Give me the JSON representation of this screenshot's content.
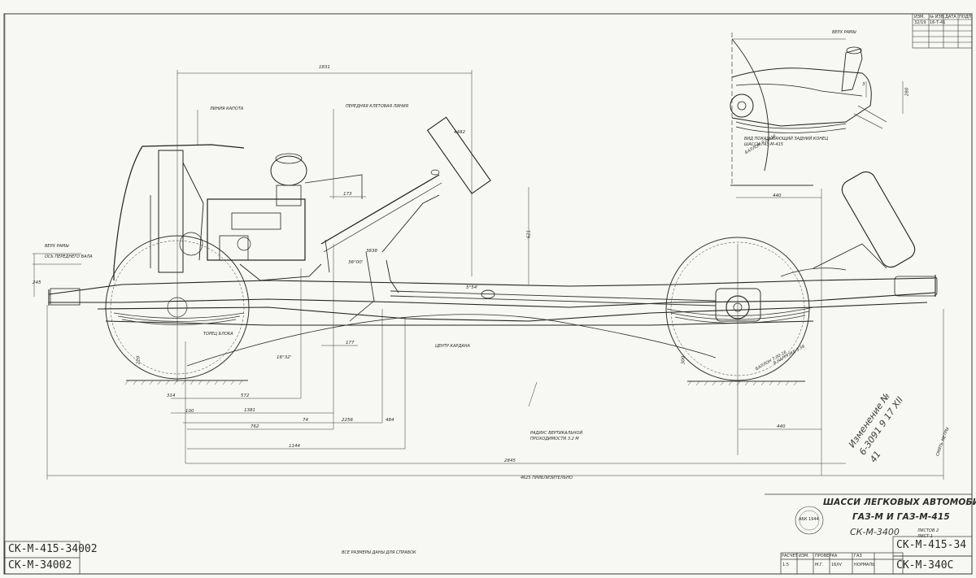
{
  "frame_top_label": "ВЕРХ РАМЫ",
  "frame_top_left": "ВЕРХ РАМЫ",
  "front_axle_axis": "ОСЬ ПЕРЕДНЕГО ВАЛА",
  "hood_line": "ЛИНИЯ КАПОТА",
  "front_wall": "ПЕРЕДНЯЯ КЛЕТОВАЯ ЛИНИЯ",
  "block_end": "ТОРЕЦ БЛОКА",
  "cardan_center": "ЦЕНТР КАРДАНА",
  "turning_radius": "РАДИУС ВЕРТИКАЛЬНОЙ ПРОХОДИМОСТИ 3.2 М",
  "rear_end_caption": "ВИД ПОКАЗЫВАЮЩИЙ ЗАДНИЙ КОНЕЦ ШАССИ ГАЗ-М-415",
  "tire_top": "БАЛЛОН 7.00-16",
  "tire_bottom": "БАЛЛОН 7.00-16",
  "tire_load": "В НАГРУЗКЕ 3.56",
  "approx_length": "4625 ПРИБЛИЗИТЕЛЬНО",
  "dims_note": "ВСЕ РАЗМЕРЫ ДАНЫ ДЛЯ СПРАВОК",
  "title_line1": "ШАССИ ЛЕГКОВЫХ АВТОМОБИЛЕЙ",
  "title_line2": "ГАЗ-М И ГАЗ-М-415",
  "code_left_1": "СК-М-415-34002",
  "code_left_2": "СК-М-34002",
  "code_right_1": "СК-М-415-34",
  "code_right_2": "СК-М-340С",
  "sheet_ref": "СК-М-3400",
  "sheet_note": "ЛИСТОВ 2 ЛИСТ 1",
  "handwritten": "Изменение № 6-3091 9 17 XII 41",
  "stamp_text": "АБК 1944",
  "side_note": "СМЯТЬ МЕТРЫ",
  "dimensions": {
    "d1831": "1831",
    "d4482": "4482",
    "d173": "173",
    "d3838": "3838",
    "d36": "36°00'",
    "d54": "5°54'",
    "d1632": "16°32'",
    "d177": "177",
    "d621": "621",
    "d440top": "440",
    "d572": "572",
    "d1381": "1381",
    "d762": "762",
    "d2256": "2256",
    "d1144": "1144",
    "d2845": "2845",
    "d440": "440",
    "d100": "100",
    "d74": "74",
    "d484": "484",
    "d245": "245",
    "d314": "314",
    "d3": "3",
    "d220": "220",
    "d300": "300",
    "d280": "280"
  },
  "title_block": {
    "h1": "РАСЧЕТ",
    "h2": "ИЗМ.",
    "h3": "ПРОВЕРКА",
    "h4": "ГАЗ",
    "v1": "1:5",
    "v2": "16/IV",
    "v3": "М.Г.",
    "v4": "НОРМАЛЬ"
  },
  "revision_table": {
    "head": [
      "ИЗМ.",
      "№ ИЗВ.",
      "ДАТА",
      "ПОДП."
    ],
    "row1": [
      "32/19",
      "16-Т-41",
      "",
      ""
    ]
  }
}
